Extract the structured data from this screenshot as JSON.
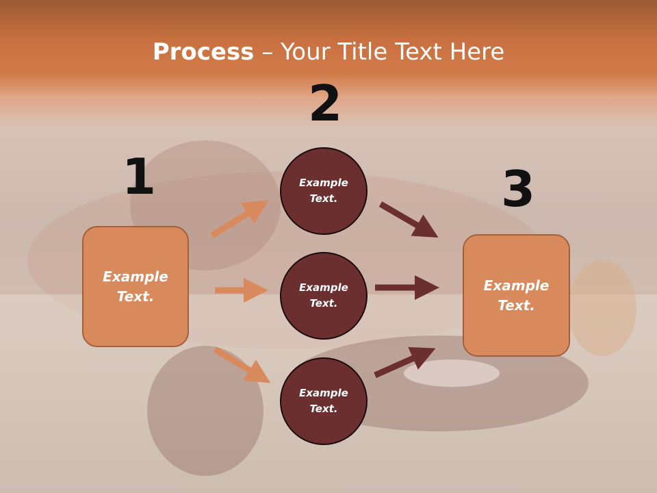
{
  "slide": {
    "title_bold": "Process",
    "title_rest": " – Your Title Text Here",
    "numbers": [
      "1",
      "2",
      "3"
    ],
    "left_box": "Example Text.",
    "right_box": "Example Text.",
    "circles": [
      "Example Text.",
      "Example Text.",
      "Example Text."
    ]
  },
  "colors": {
    "header": "#d27a48",
    "box_fill": "#d98a5c",
    "circle_fill": "#6b2f30",
    "arrow_light": "#d98a5c",
    "arrow_dark": "#6b2f30"
  }
}
